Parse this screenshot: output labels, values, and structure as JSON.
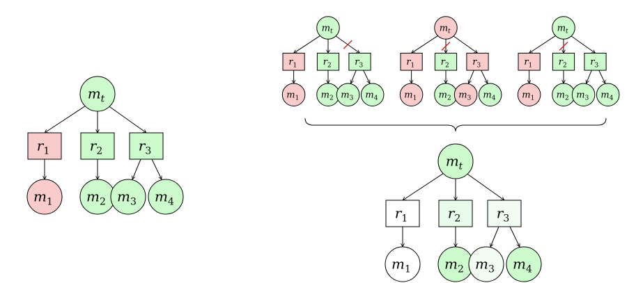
{
  "colors": {
    "red": "#f9cccc",
    "green": "#ccfacc",
    "light_green": "#e9fbe9",
    "faint_green": "#f3fcf3",
    "white": "#ffffff",
    "stroke": "#000000",
    "cut": "#cc2222"
  },
  "diagrams": [
    {
      "id": "left-tree",
      "nodes": {
        "mt": {
          "label": "m",
          "sub": "t",
          "fill": "green"
        },
        "r1": {
          "label": "r",
          "sub": "1",
          "fill": "red"
        },
        "r2": {
          "label": "r",
          "sub": "2",
          "fill": "green"
        },
        "r3": {
          "label": "r",
          "sub": "3",
          "fill": "green"
        },
        "m1": {
          "label": "m",
          "sub": "1",
          "fill": "red"
        },
        "m2": {
          "label": "m",
          "sub": "2",
          "fill": "green"
        },
        "m3": {
          "label": "m",
          "sub": "3",
          "fill": "green"
        },
        "m4": {
          "label": "m",
          "sub": "4",
          "fill": "green"
        }
      },
      "cut": null
    },
    {
      "id": "small-tree-1",
      "nodes": {
        "mt": {
          "label": "m",
          "sub": "t",
          "fill": "green"
        },
        "r1": {
          "label": "r",
          "sub": "1",
          "fill": "red"
        },
        "r2": {
          "label": "r",
          "sub": "2",
          "fill": "green"
        },
        "r3": {
          "label": "r",
          "sub": "3",
          "fill": "green"
        },
        "m1": {
          "label": "m",
          "sub": "1",
          "fill": "red"
        },
        "m2": {
          "label": "m",
          "sub": "2",
          "fill": "green"
        },
        "m3": {
          "label": "m",
          "sub": "3",
          "fill": "green"
        },
        "m4": {
          "label": "m",
          "sub": "4",
          "fill": "green"
        }
      },
      "cut": "r3"
    },
    {
      "id": "small-tree-2",
      "nodes": {
        "mt": {
          "label": "m",
          "sub": "t",
          "fill": "red"
        },
        "r1": {
          "label": "r",
          "sub": "1",
          "fill": "red"
        },
        "r2": {
          "label": "r",
          "sub": "2",
          "fill": "green"
        },
        "r3": {
          "label": "r",
          "sub": "3",
          "fill": "red"
        },
        "m1": {
          "label": "m",
          "sub": "1",
          "fill": "red"
        },
        "m2": {
          "label": "m",
          "sub": "2",
          "fill": "green"
        },
        "m3": {
          "label": "m",
          "sub": "3",
          "fill": "red"
        },
        "m4": {
          "label": "m",
          "sub": "4",
          "fill": "green"
        }
      },
      "cut": "r2"
    },
    {
      "id": "small-tree-3",
      "nodes": {
        "mt": {
          "label": "m",
          "sub": "t",
          "fill": "green"
        },
        "r1": {
          "label": "r",
          "sub": "1",
          "fill": "red"
        },
        "r2": {
          "label": "r",
          "sub": "2",
          "fill": "green"
        },
        "r3": {
          "label": "r",
          "sub": "3",
          "fill": "green"
        },
        "m1": {
          "label": "m",
          "sub": "1",
          "fill": "red"
        },
        "m2": {
          "label": "m",
          "sub": "2",
          "fill": "green"
        },
        "m3": {
          "label": "m",
          "sub": "3",
          "fill": "green"
        },
        "m4": {
          "label": "m",
          "sub": "4",
          "fill": "green"
        }
      },
      "cut": "r2"
    },
    {
      "id": "aggregate-tree",
      "nodes": {
        "mt": {
          "label": "m",
          "sub": "t",
          "fill": "green"
        },
        "r1": {
          "label": "r",
          "sub": "1",
          "fill": "white"
        },
        "r2": {
          "label": "r",
          "sub": "2",
          "fill": "light_green"
        },
        "r3": {
          "label": "r",
          "sub": "3",
          "fill": "faint_green"
        },
        "m1": {
          "label": "m",
          "sub": "1",
          "fill": "white"
        },
        "m2": {
          "label": "m",
          "sub": "2",
          "fill": "green"
        },
        "m3": {
          "label": "m",
          "sub": "3",
          "fill": "faint_green"
        },
        "m4": {
          "label": "m",
          "sub": "4",
          "fill": "green"
        }
      },
      "cut": null
    }
  ]
}
